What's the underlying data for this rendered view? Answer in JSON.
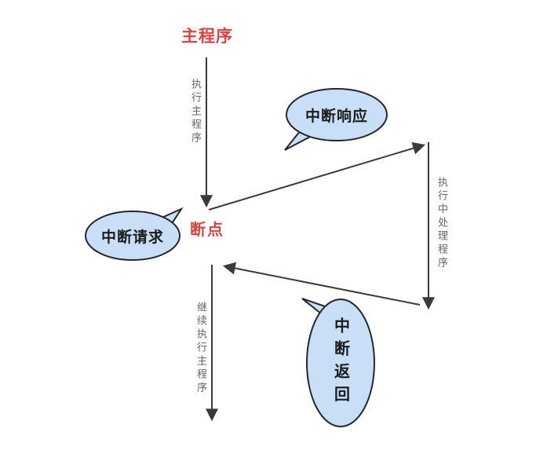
{
  "colors": {
    "bubble_fill": "#C9DFF7",
    "bubble_stroke": "#24272B",
    "line": "#3A3A3A",
    "label_gray": "#666666",
    "accent_red": "#D84343",
    "bubble_text": "#1C1C1C",
    "bg": "#FFFFFF"
  },
  "nodes": {
    "main_program": "主程序",
    "breakpoint": "断点"
  },
  "edges": {
    "execute_main_label": "执行主程序",
    "execute_isr_label": "执行中处理程序",
    "continue_main_label": "继续执行主程序"
  },
  "bubbles": {
    "interrupt_request": "中断请求",
    "interrupt_response": "中断响应",
    "interrupt_return": "中断返回"
  }
}
